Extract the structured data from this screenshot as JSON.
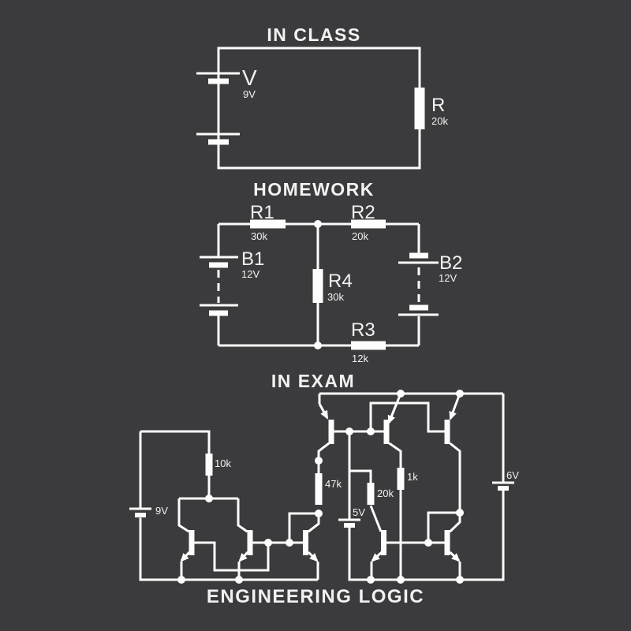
{
  "page": {
    "background_color": "#3b3a3c",
    "line_color": "#fdfdfd",
    "text_color": "#f2f2f2"
  },
  "in_class": {
    "title": "IN CLASS",
    "battery": {
      "name": "V",
      "value": "9V"
    },
    "resistor": {
      "name": "R",
      "value": "20k"
    }
  },
  "homework": {
    "title": "HOMEWORK",
    "r1": {
      "name": "R1",
      "value": "30k"
    },
    "r2": {
      "name": "R2",
      "value": "20k"
    },
    "r3": {
      "name": "R3",
      "value": "12k"
    },
    "r4": {
      "name": "R4",
      "value": "30k"
    },
    "b1": {
      "name": "B1",
      "value": "12V"
    },
    "b2": {
      "name": "B2",
      "value": "12V"
    }
  },
  "in_exam": {
    "title": "IN EXAM",
    "labels": {
      "r10k": "10k",
      "r47k": "47k",
      "r20k": "20k",
      "r1k": "1k",
      "b9v": "9V",
      "b5v": "5V",
      "b6v": "6V"
    }
  },
  "caption": {
    "text": "ENGINEERING LOGIC"
  }
}
